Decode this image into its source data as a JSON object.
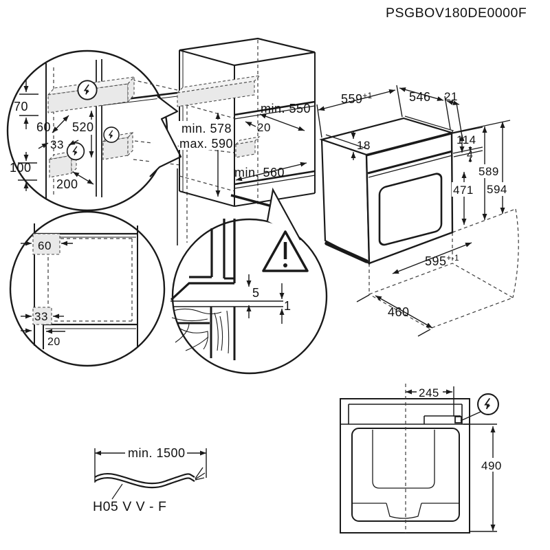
{
  "title": "PSGBOV180DE0000F",
  "colors": {
    "line": "#1a1a1a",
    "shaded_box": "#e9e9e9",
    "background": "#ffffff"
  },
  "icons": {
    "power": "lightning-bolt-circle",
    "warning": "exclamation-triangle"
  },
  "wall_detail": {
    "top_offset": "70",
    "top_side_offset": "60",
    "box_height": "520",
    "lower_side_offset": "33",
    "lower_box_height": "100",
    "lower_box_depth": "200"
  },
  "cabinet": {
    "niche_depth": "min. 550",
    "box_inset": "20",
    "niche_height_min": "min. 578",
    "niche_height_max": "max. 590",
    "niche_width": "min. 560"
  },
  "oven": {
    "cutout_width": "559",
    "cutout_width_tolerance": "+1",
    "body_width": "546",
    "rear_clearance": "21",
    "top_recess": "18",
    "panel_height": "114",
    "frame_gap": "4",
    "front_height": "589",
    "total_height": "594",
    "door_height": "471",
    "front_width": "595",
    "front_width_tolerance": "+-1",
    "body_depth": "460"
  },
  "niche_front_detail": {
    "top_box_offset": "60",
    "lower_box_offset": "33",
    "plinth_inset": "20"
  },
  "clearance_detail": {
    "top_gap": "5",
    "front_overlap": "1"
  },
  "power_cable": {
    "min_length": "min. 1500",
    "cable_type": "H05 V V - F"
  },
  "top_view": {
    "connection_offset": "245",
    "depth": "490"
  }
}
